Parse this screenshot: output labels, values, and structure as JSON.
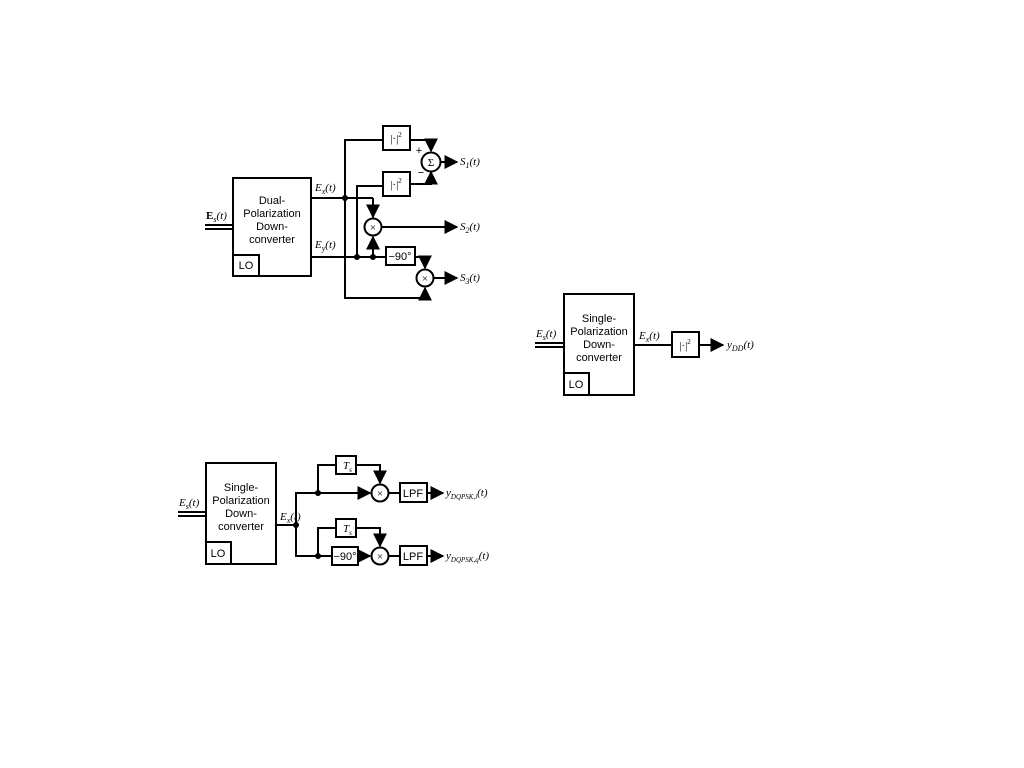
{
  "diagram_a": {
    "block_lines": [
      "Dual-",
      "Polarization",
      "Down-",
      "converter"
    ],
    "lo": "LO",
    "input_label": "E",
    "input_sub": "s",
    "input_arg": "(t)",
    "ex_label": "E",
    "ex_sub": "x",
    "ex_arg": "(t)",
    "ey_label": "E",
    "ey_sub": "y",
    "ey_arg": "(t)",
    "abs_sq": "|·|",
    "abs_sq_exp": "2",
    "sum_symbol": "Σ",
    "plus": "+",
    "minus": "−",
    "mult_symbol": "×",
    "phase_shift": "−90°",
    "out1": "S",
    "out1_sub": "1",
    "out1_arg": "(t)",
    "out2": "S",
    "out2_sub": "2",
    "out2_arg": "(t)",
    "out3": "S",
    "out3_sub": "3",
    "out3_arg": "(t)"
  },
  "diagram_b": {
    "block_lines": [
      "Single-",
      "Polarization",
      "Down-",
      "converter"
    ],
    "lo": "LO",
    "input_label": "E",
    "input_sub": "s",
    "input_arg": "(t)",
    "ex_label": "E",
    "ex_sub": "x",
    "ex_arg": "(t)",
    "abs_sq": "|·|",
    "abs_sq_exp": "2",
    "out": "y",
    "out_sub": "DD",
    "out_arg": "(t)"
  },
  "diagram_c": {
    "block_lines": [
      "Single-",
      "Polarization",
      "Down-",
      "converter"
    ],
    "lo": "LO",
    "input_label": "E",
    "input_sub": "s",
    "input_arg": "(t)",
    "ex_label": "E",
    "ex_sub": "x",
    "ex_arg": "(t)",
    "delay": "T",
    "delay_sub": "s",
    "mult_symbol": "×",
    "phase_shift": "−90°",
    "lpf": "LPF",
    "out_i": "y",
    "out_i_sub": "DQPSK,i",
    "out_i_arg": "(t)",
    "out_q": "y",
    "out_q_sub": "DQPSK,q",
    "out_q_arg": "(t)"
  }
}
